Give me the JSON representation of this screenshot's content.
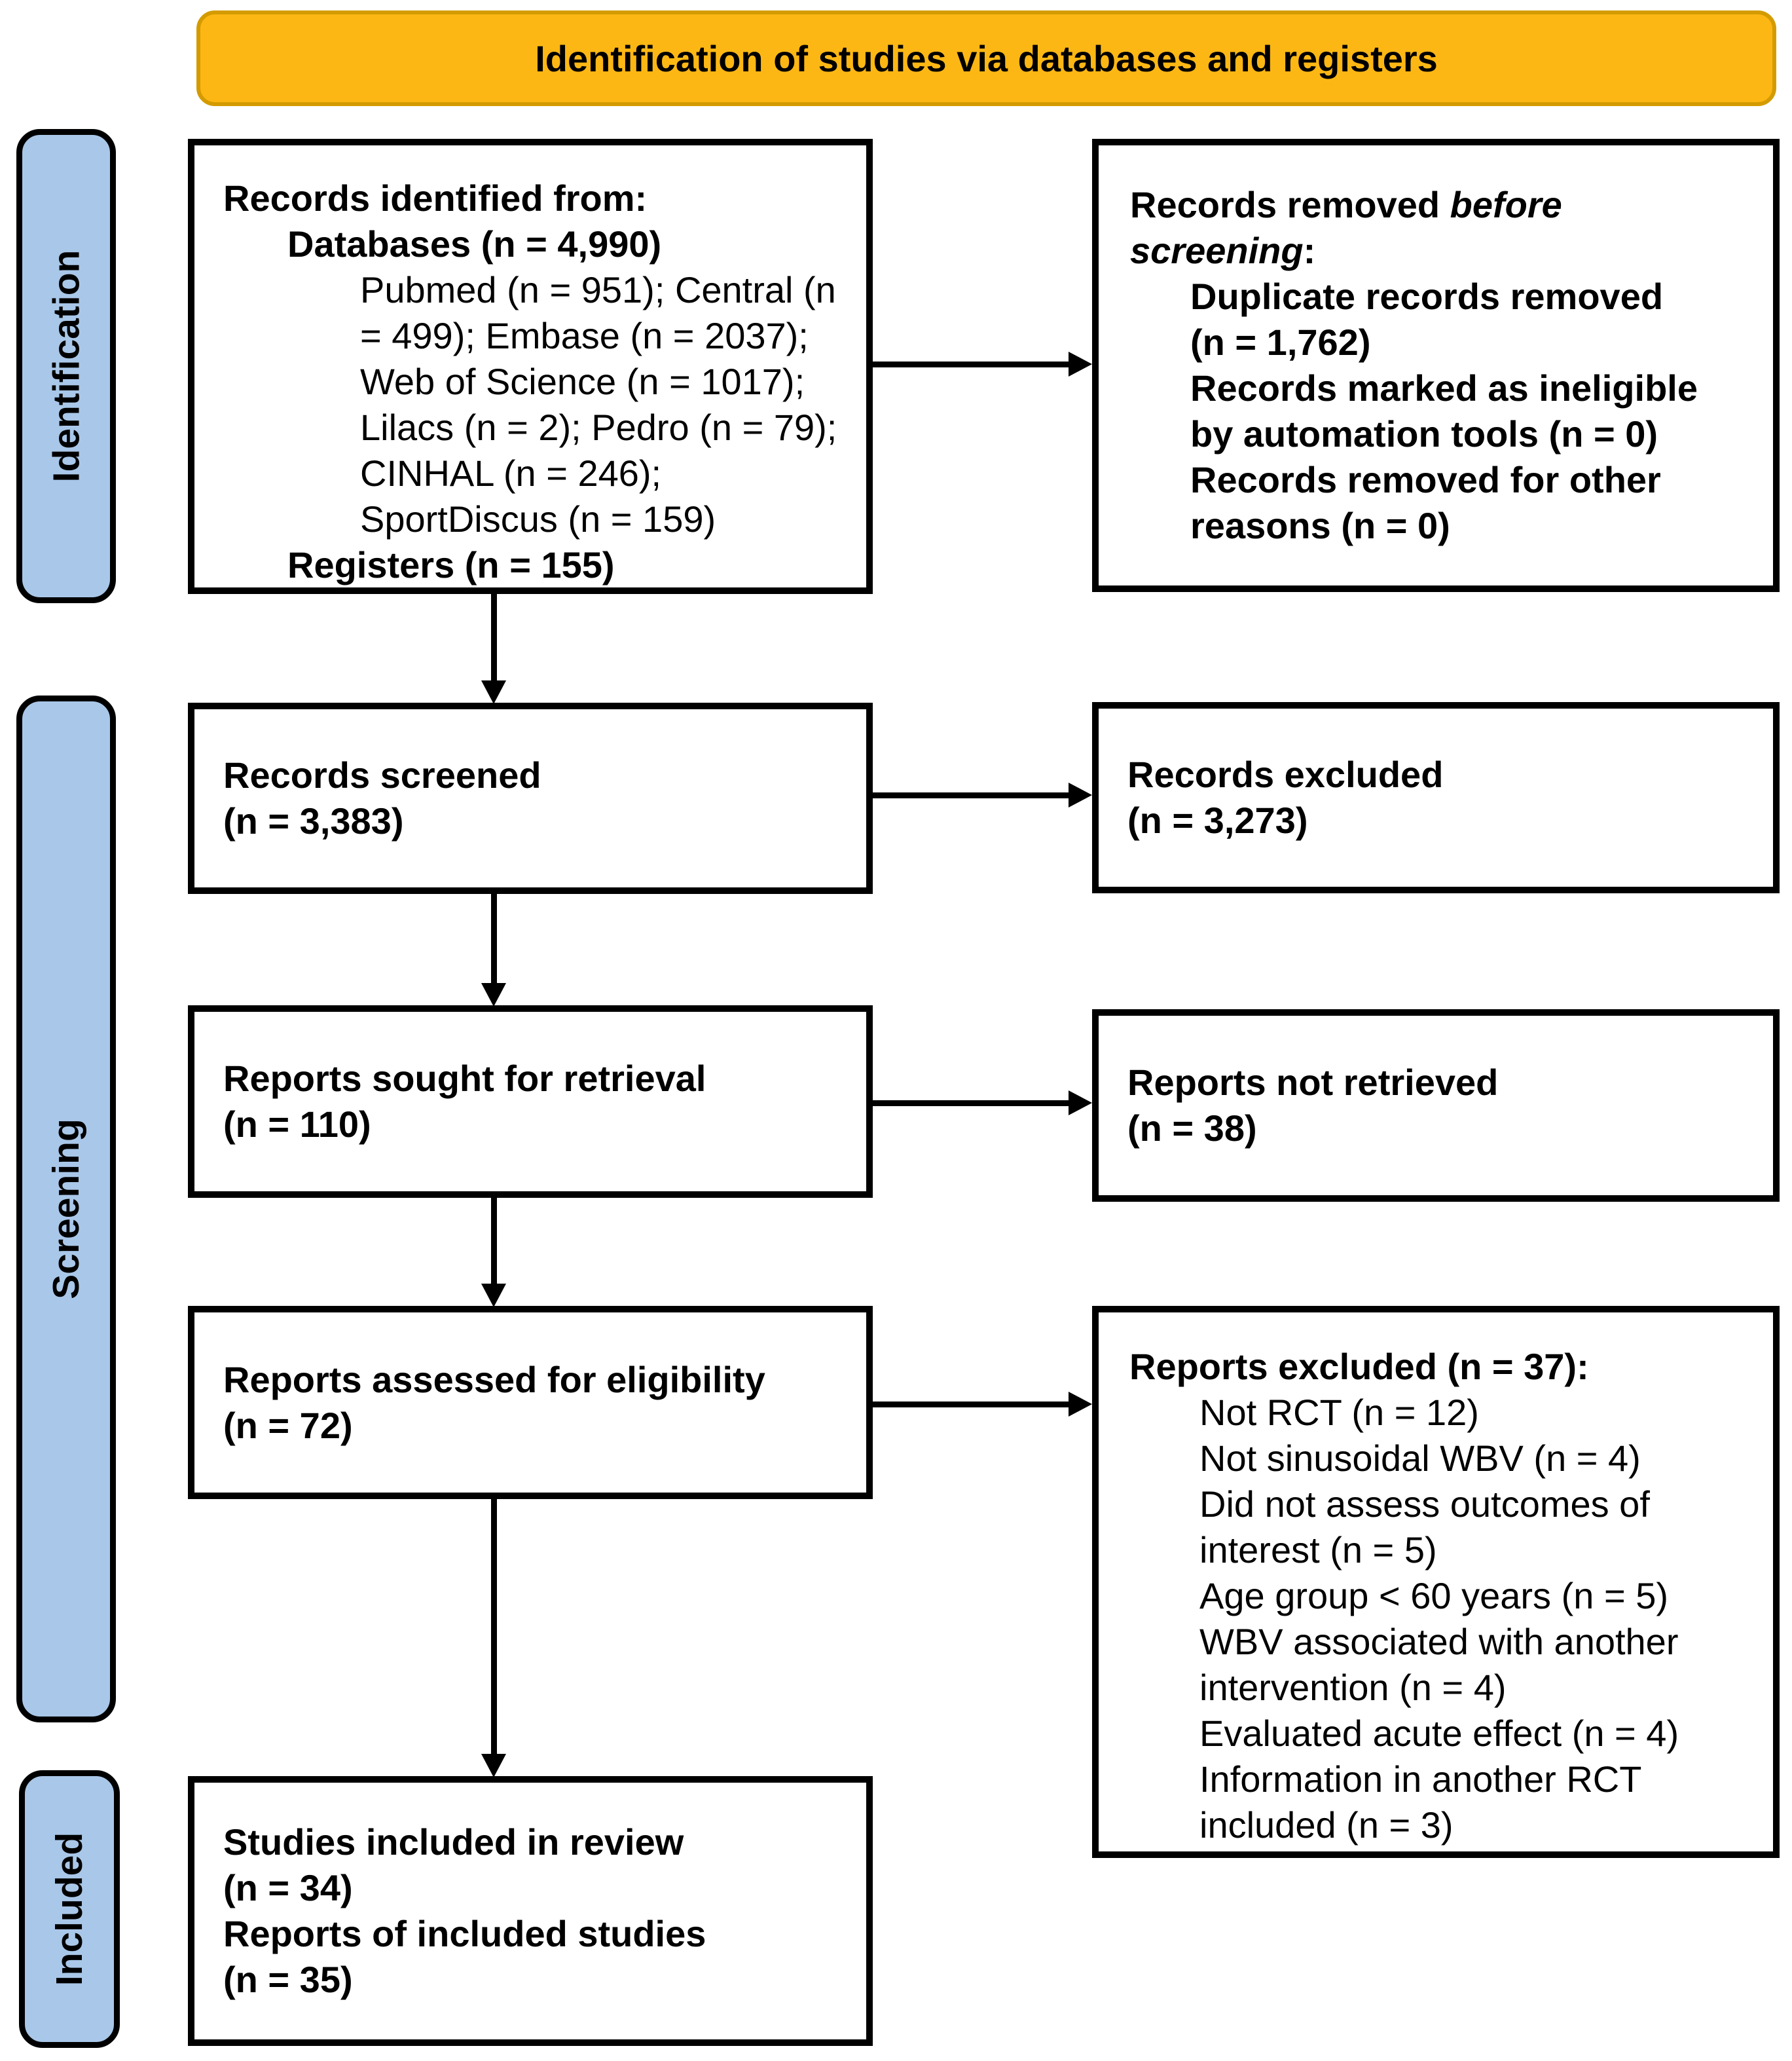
{
  "colors": {
    "banner_fill": "#FDB714",
    "banner_border": "#D49B00",
    "stage_fill": "#A9C7E8",
    "line": "#000000"
  },
  "banner": {
    "title": "Identification of studies via databases and registers"
  },
  "stages": [
    {
      "label": "Identification"
    },
    {
      "label": "Screening"
    },
    {
      "label": "Included"
    }
  ],
  "boxes": {
    "identified": {
      "title": "Records identified from:",
      "databases": "Databases (n = 4,990)",
      "databases_detail": "Pubmed (n = 951); Central (n = 499); Embase (n = 2037); Web of Science (n = 1017); Lilacs (n = 2); Pedro (n = 79); CINHAL (n = 246); SportDiscus (n = 159)",
      "registers": "Registers (n = 155)"
    },
    "removed_before_screening": {
      "title_prefix": "Records removed ",
      "title_emphasis": "before screening",
      "title_suffix": ":",
      "items": [
        "Duplicate records removed (n = 1,762)",
        "Records marked as ineligible by automation tools (n = 0)",
        "Records removed for other reasons (n = 0)"
      ]
    },
    "screened": {
      "text": "Records screened\n(n = 3,383)"
    },
    "records_excluded": {
      "text": "Records excluded\n(n = 3,273)"
    },
    "sought": {
      "text": "Reports sought for retrieval\n(n = 110)"
    },
    "not_retrieved": {
      "text": "Reports not retrieved\n(n = 38)"
    },
    "assessed": {
      "text": "Reports assessed for eligibility\n(n = 72)"
    },
    "reports_excluded": {
      "title": "Reports excluded (n = 37):",
      "items": [
        "Not RCT (n = 12)",
        "Not sinusoidal WBV (n = 4)",
        "Did not assess outcomes of interest (n = 5)",
        "Age group < 60 years (n = 5)",
        "WBV associated with another intervention (n = 4)",
        "Evaluated acute effect (n = 4)",
        "Information in another RCT included (n = 3)"
      ]
    },
    "included": {
      "text": "Studies included in review\n(n = 34)\nReports of included studies\n(n = 35)"
    }
  }
}
